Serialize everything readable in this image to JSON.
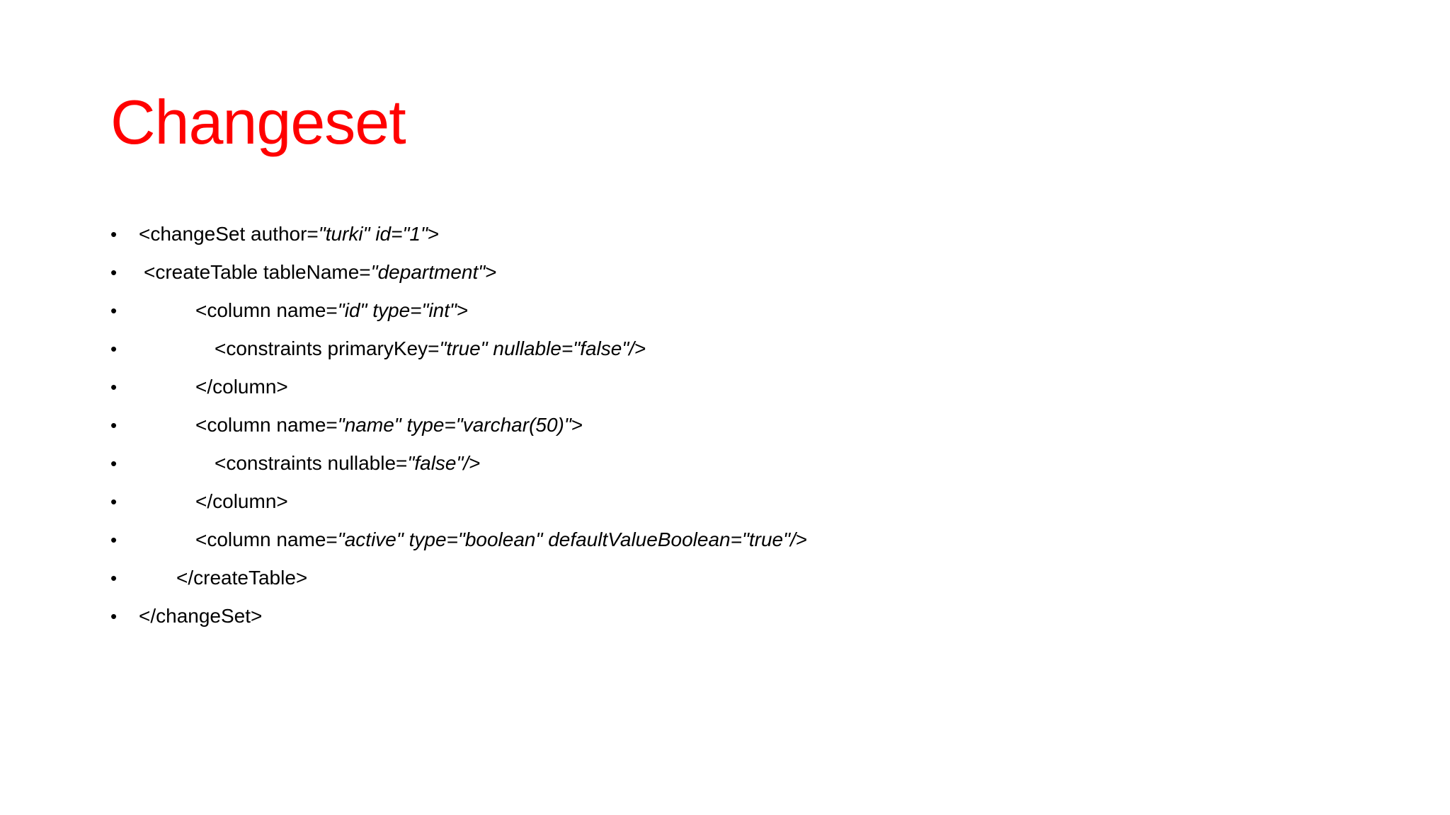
{
  "slide": {
    "title": "Changeset",
    "title_color": "#ff0000",
    "bullet_char": "•",
    "lines": [
      {
        "indent": 0,
        "segments": [
          {
            "text": "<changeSet author=",
            "italic": false
          },
          {
            "text": "\"turki\" id=\"1\"",
            "italic": true
          },
          {
            "text": ">",
            "italic": false
          }
        ]
      },
      {
        "indent": 1,
        "segments": [
          {
            "text": "<createTable tableName=",
            "italic": false
          },
          {
            "text": "\"department\"",
            "italic": true
          },
          {
            "text": ">",
            "italic": false
          }
        ]
      },
      {
        "indent": 2,
        "segments": [
          {
            "text": "<column name=",
            "italic": false
          },
          {
            "text": "\"id\" type=\"int\"",
            "italic": true
          },
          {
            "text": ">",
            "italic": false
          }
        ]
      },
      {
        "indent": 3,
        "segments": [
          {
            "text": "<constraints primaryKey=",
            "italic": false
          },
          {
            "text": "\"true\" nullable=\"false\"/",
            "italic": true
          },
          {
            "text": ">",
            "italic": false
          }
        ]
      },
      {
        "indent": 2,
        "segments": [
          {
            "text": "</column>",
            "italic": false
          }
        ]
      },
      {
        "indent": 2,
        "segments": [
          {
            "text": "<column name=",
            "italic": false
          },
          {
            "text": "\"name\" type=\"varchar(50)\"",
            "italic": true
          },
          {
            "text": ">",
            "italic": false
          }
        ]
      },
      {
        "indent": 3,
        "segments": [
          {
            "text": "<constraints nullable=",
            "italic": false
          },
          {
            "text": "\"false\"/",
            "italic": true
          },
          {
            "text": ">",
            "italic": false
          }
        ]
      },
      {
        "indent": 2,
        "segments": [
          {
            "text": "</column>",
            "italic": false
          }
        ]
      },
      {
        "indent": 2,
        "segments": [
          {
            "text": "<column name=",
            "italic": false
          },
          {
            "text": "\"active\" type=\"boolean\" defaultValueBoolean=\"true\"/",
            "italic": true
          },
          {
            "text": ">",
            "italic": false
          }
        ]
      },
      {
        "indent": 4,
        "segments": [
          {
            "text": "</createTable>",
            "italic": false
          }
        ]
      },
      {
        "indent": 0,
        "segments": [
          {
            "text": "</changeSet>",
            "italic": false
          }
        ]
      }
    ]
  }
}
